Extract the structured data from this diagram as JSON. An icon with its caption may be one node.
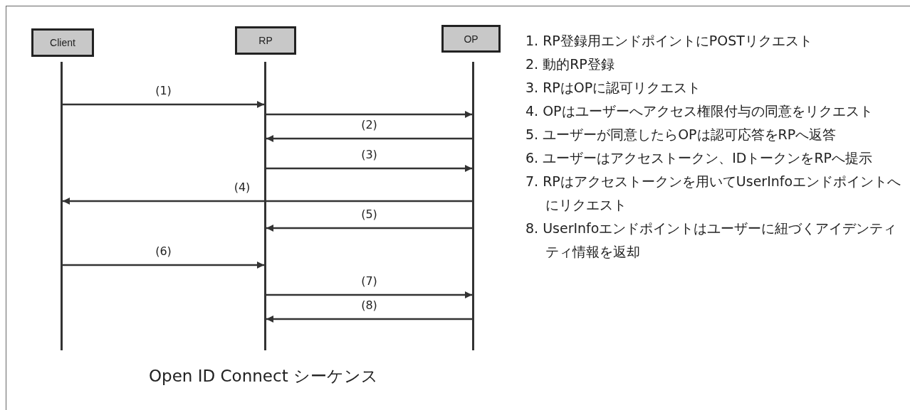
{
  "diagram": {
    "caption": "Open ID Connect シーケンス",
    "nodes": [
      {
        "text": [
          "Client"
        ]
      },
      {
        "text": [
          "RP"
        ]
      },
      {
        "text": [
          "OP"
        ]
      },
      {
        "text": [],
        "shape": "line"
      },
      {
        "text": [],
        "shape": "line"
      },
      {
        "text": [],
        "shape": "line"
      }
    ],
    "edges": [
      {
        "from": 3,
        "to": 4,
        "arrow": "to",
        "label": "(1)"
      },
      {
        "from": 4,
        "to": 5,
        "arrow": "to"
      },
      {
        "from": 5,
        "to": 4,
        "arrow": "to",
        "label": "(2)"
      },
      {
        "from": 4,
        "to": 5,
        "arrow": "to",
        "label": "(3)"
      },
      {
        "from": 5,
        "to": 3,
        "arrow": "to",
        "label": "(4)"
      },
      {
        "from": 5,
        "to": 4,
        "arrow": "to",
        "label": "(5)"
      },
      {
        "from": 3,
        "to": 4,
        "arrow": "to",
        "label": "(6)"
      },
      {
        "from": 4,
        "to": 5,
        "arrow": "to",
        "label": "(7)"
      },
      {
        "from": 5,
        "to": 4,
        "arrow": "to",
        "label": "(8)"
      }
    ],
    "labels": [
      "1. RP登録用エンドポイントにPOSTリクエスト",
      "2. 動的RP登録",
      "3. RPはOPに認可リクエスト",
      "4. OPはユーザーへアクセス権限付与の同意をリクエスト",
      "5. ユーザーが同意したらOPは認可応答をRPへ返答",
      "6. ユーザーはアクセストークン、IDトークンをRPへ提示",
      "7. RPはアクセストークンを用いてUserInfoエンドポイントへにリクエスト",
      "8. UserInfoエンドポイントはユーザーに紐づくアイデンティティ情報を返却"
    ]
  }
}
